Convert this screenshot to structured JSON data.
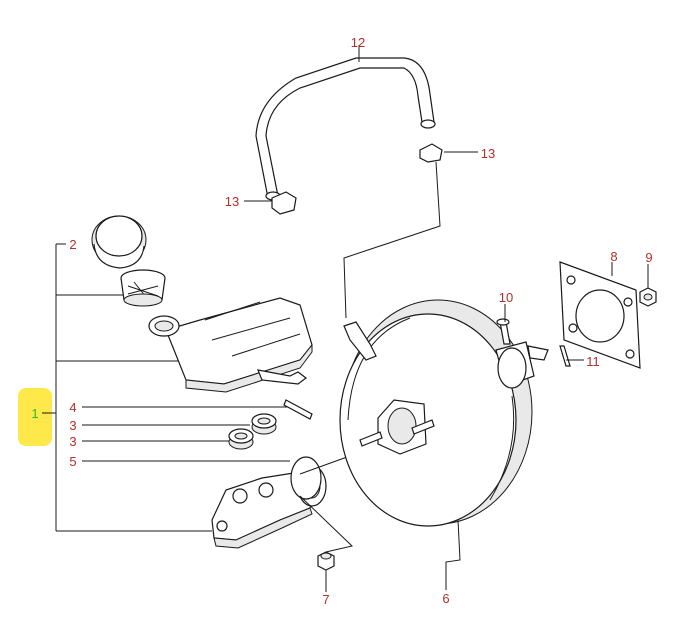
{
  "colors": {
    "callout_text": "#b0302a",
    "line": "#1a1a1a",
    "highlight": "#ffe84a",
    "highlight_text": "#2fb52f"
  },
  "callouts": {
    "c1": "1",
    "c2": "2",
    "c3a": "3",
    "c3b": "3",
    "c4": "4",
    "c5": "5",
    "c6": "6",
    "c7": "7",
    "c8": "8",
    "c9": "9",
    "c10": "10",
    "c11": "11",
    "c12": "12",
    "c13a": "13",
    "c13b": "13"
  }
}
